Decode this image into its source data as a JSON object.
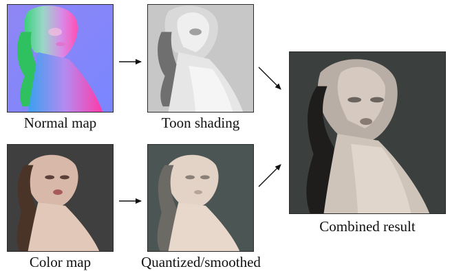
{
  "captions": {
    "normal_map": "Normal map",
    "toon_shading": "Toon shading",
    "color_map": "Color map",
    "quantized": "Quantized/smoothed",
    "combined": "Combined result"
  }
}
